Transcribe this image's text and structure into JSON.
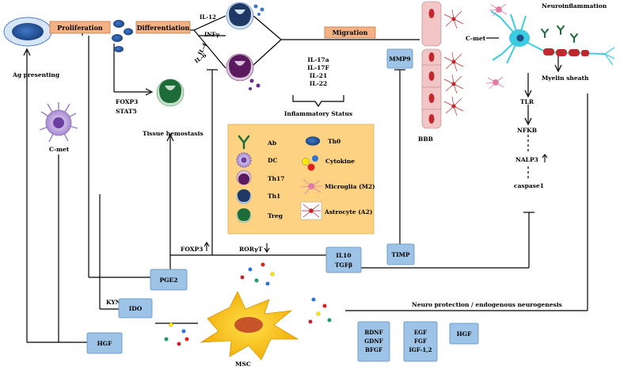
{
  "stages": {
    "proliferation": "Proliferation",
    "differentiation": "Differentiation",
    "migration": "Migration",
    "neuroinflammation": "Neuroinflammation"
  },
  "cytokines": {
    "il12": "IL-12",
    "infg": "INFγ",
    "il4": "IL-4",
    "il6": "IL-6",
    "il17a": "IL-17a",
    "il17f": "IL-17F",
    "il21": "IL-21",
    "il22": "IL-22"
  },
  "labels": {
    "ag_presenting": "Ag presenting",
    "cmet_dc": "C-met",
    "foxp3": "FOXP3",
    "stat5": "STAT5",
    "tissue_hemostasis": "Tissue hemostasis",
    "inflammatory_status": "Inflammatory Status",
    "bbb": "BBB",
    "cmet_neuron": "C-met",
    "myelin_sheath": "Myelin sheath",
    "tlr": "TLR",
    "nfkb": "NFKB",
    "nalp3": "NALP3",
    "caspase1": "caspase1",
    "foxp3_up": "FOXP3",
    "rorgt_down": "RORγT",
    "kyn": "KYN",
    "msc": "MSC",
    "neuro_protection": "Neuro protection / endogenous neurogenesis"
  },
  "boxes": {
    "mmp9": "MMP9",
    "timp": "TIMP",
    "il10": "IL10",
    "tgfb": "TGFβ",
    "pge2": "PGE2",
    "ido": "IDO",
    "hgf_left": "HGF",
    "bdnf": "BDNF",
    "gdnf": "GDNF",
    "bfgf": "BFGF",
    "egf": "EGF",
    "fgf": "FGF",
    "igf": "IGF-1,2",
    "hgf_right": "HGF"
  },
  "legend": {
    "ab": "Ab",
    "dc": "DC",
    "th17": "Th17",
    "th1": "Th1",
    "treg": "Treg",
    "th0": "Th0",
    "cytokine": "Cytokine",
    "microglia": "Microglia (M2)",
    "astrocyte": "Astrocyte (A2)"
  },
  "colors": {
    "stage_box": "#f4b184",
    "blue_box": "#9dc3e6",
    "legend_bg": "#fdd383",
    "vessel": "#f2c6c6",
    "rbc": "#c0282d",
    "th0": "#2e5fa6",
    "th1": "#1f3864",
    "th17": "#5b1a5e",
    "treg": "#1e6b3a",
    "msc": "#f2c200",
    "neuron": "#3ccbe0",
    "dc": "#b89ad8"
  }
}
